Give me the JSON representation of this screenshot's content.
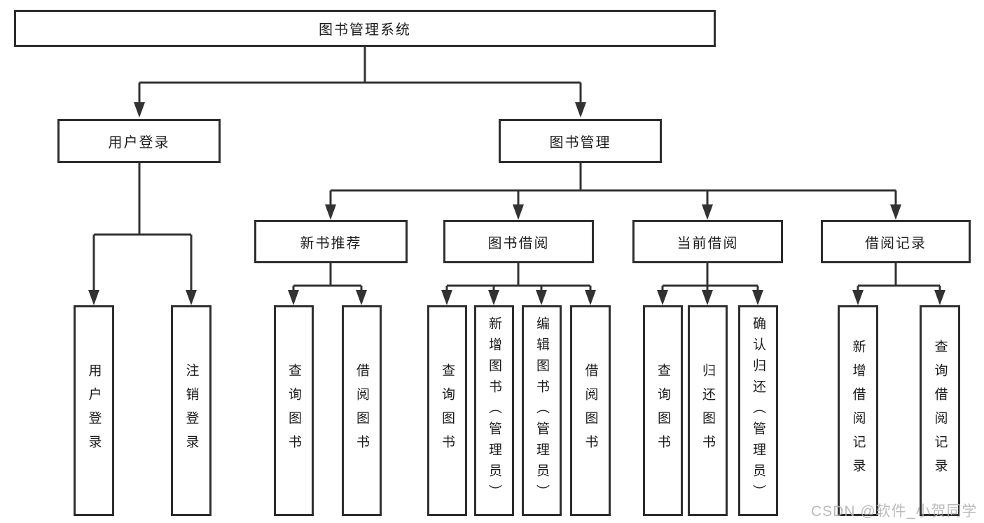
{
  "colors": {
    "line": "#323232",
    "border": "#2e2e2e",
    "text": "#1c1c1c",
    "watermark": "#b4b4b4",
    "bg": "#ffffff"
  },
  "watermark": "CSDN @软件_小贺同学",
  "tree": {
    "root": "图书管理系统",
    "user_login": {
      "label": "用户登录",
      "children": [
        "用户登录",
        "注销登录"
      ]
    },
    "book_management": {
      "label": "图书管理",
      "sections": [
        {
          "label": "新书推荐",
          "children": [
            "查询图书",
            "借阅图书"
          ]
        },
        {
          "label": "图书借阅",
          "children": [
            "查询图书",
            "新增图书（管理员）",
            "编辑图书（管理员）",
            "借阅图书"
          ]
        },
        {
          "label": "当前借阅",
          "children": [
            "查询图书",
            "归还图书",
            "确认归还（管理员）"
          ]
        },
        {
          "label": "借阅记录",
          "children": [
            "新增借阅记录",
            "查询借阅记录"
          ]
        }
      ]
    }
  }
}
